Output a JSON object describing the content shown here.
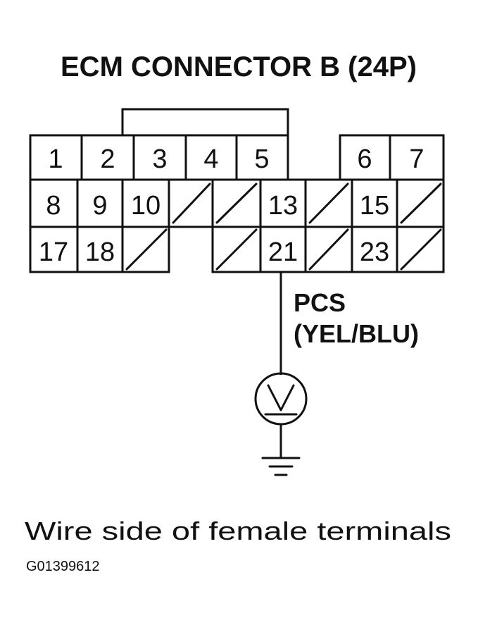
{
  "title": "ECM CONNECTOR B (24P)",
  "pins": {
    "p1": "1",
    "p2": "2",
    "p3": "3",
    "p4": "4",
    "p5": "5",
    "p6": "6",
    "p7": "7",
    "p8": "8",
    "p9": "9",
    "p10": "10",
    "p13": "13",
    "p15": "15",
    "p17": "17",
    "p18": "18",
    "p21": "21",
    "p23": "23"
  },
  "wire": {
    "signal": "PCS",
    "color_code": "(YEL/BLU)"
  },
  "caption": "Wire side of female terminals",
  "figure_code": "G01399612",
  "colors": {
    "ink": "#111111",
    "background": "#ffffff"
  },
  "icons": {
    "meter": "voltmeter-icon",
    "ground": "ground-icon"
  }
}
